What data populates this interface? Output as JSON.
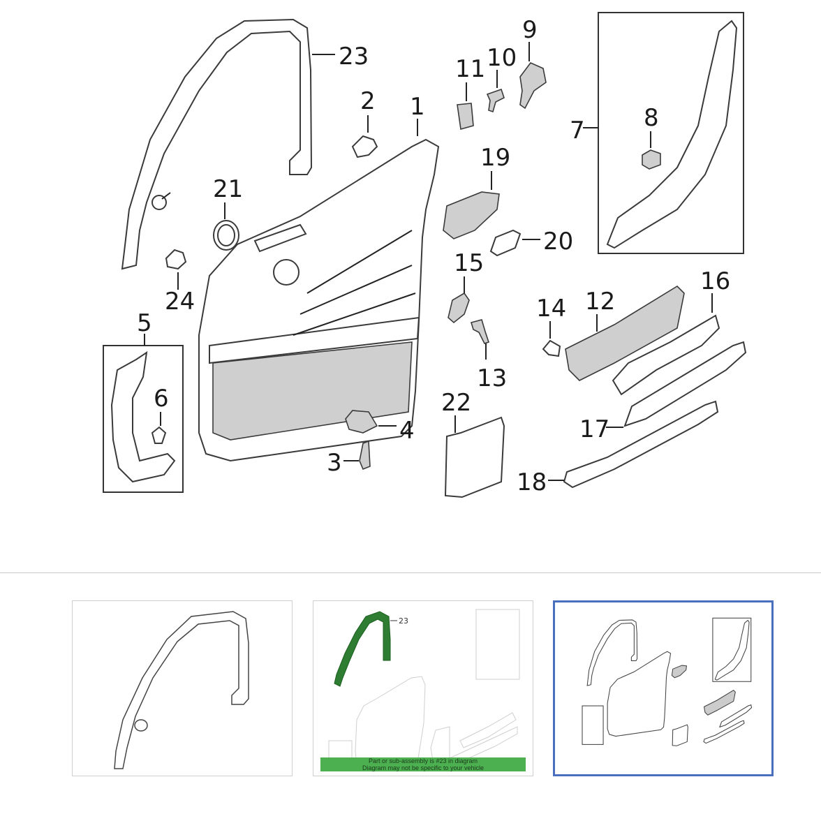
{
  "diagram": {
    "callouts": {
      "c1": "1",
      "c2": "2",
      "c3": "3",
      "c4": "4",
      "c5": "5",
      "c6": "6",
      "c7": "7",
      "c8": "8",
      "c9": "9",
      "c10": "10",
      "c11": "11",
      "c12": "12",
      "c13": "13",
      "c14": "14",
      "c15": "15",
      "c16": "16",
      "c17": "17",
      "c18": "18",
      "c19": "19",
      "c20": "20",
      "c21": "21",
      "c22": "22",
      "c23": "23",
      "c24": "24"
    }
  },
  "thumbnails": {
    "highlight_color": "#2e7d32",
    "selected_border_color": "#4a6fbf",
    "banner_line1": "Part or sub-assembly is #23 in diagram",
    "banner_line2": "Diagram may not be specific to your vehicle",
    "t23": "23"
  }
}
